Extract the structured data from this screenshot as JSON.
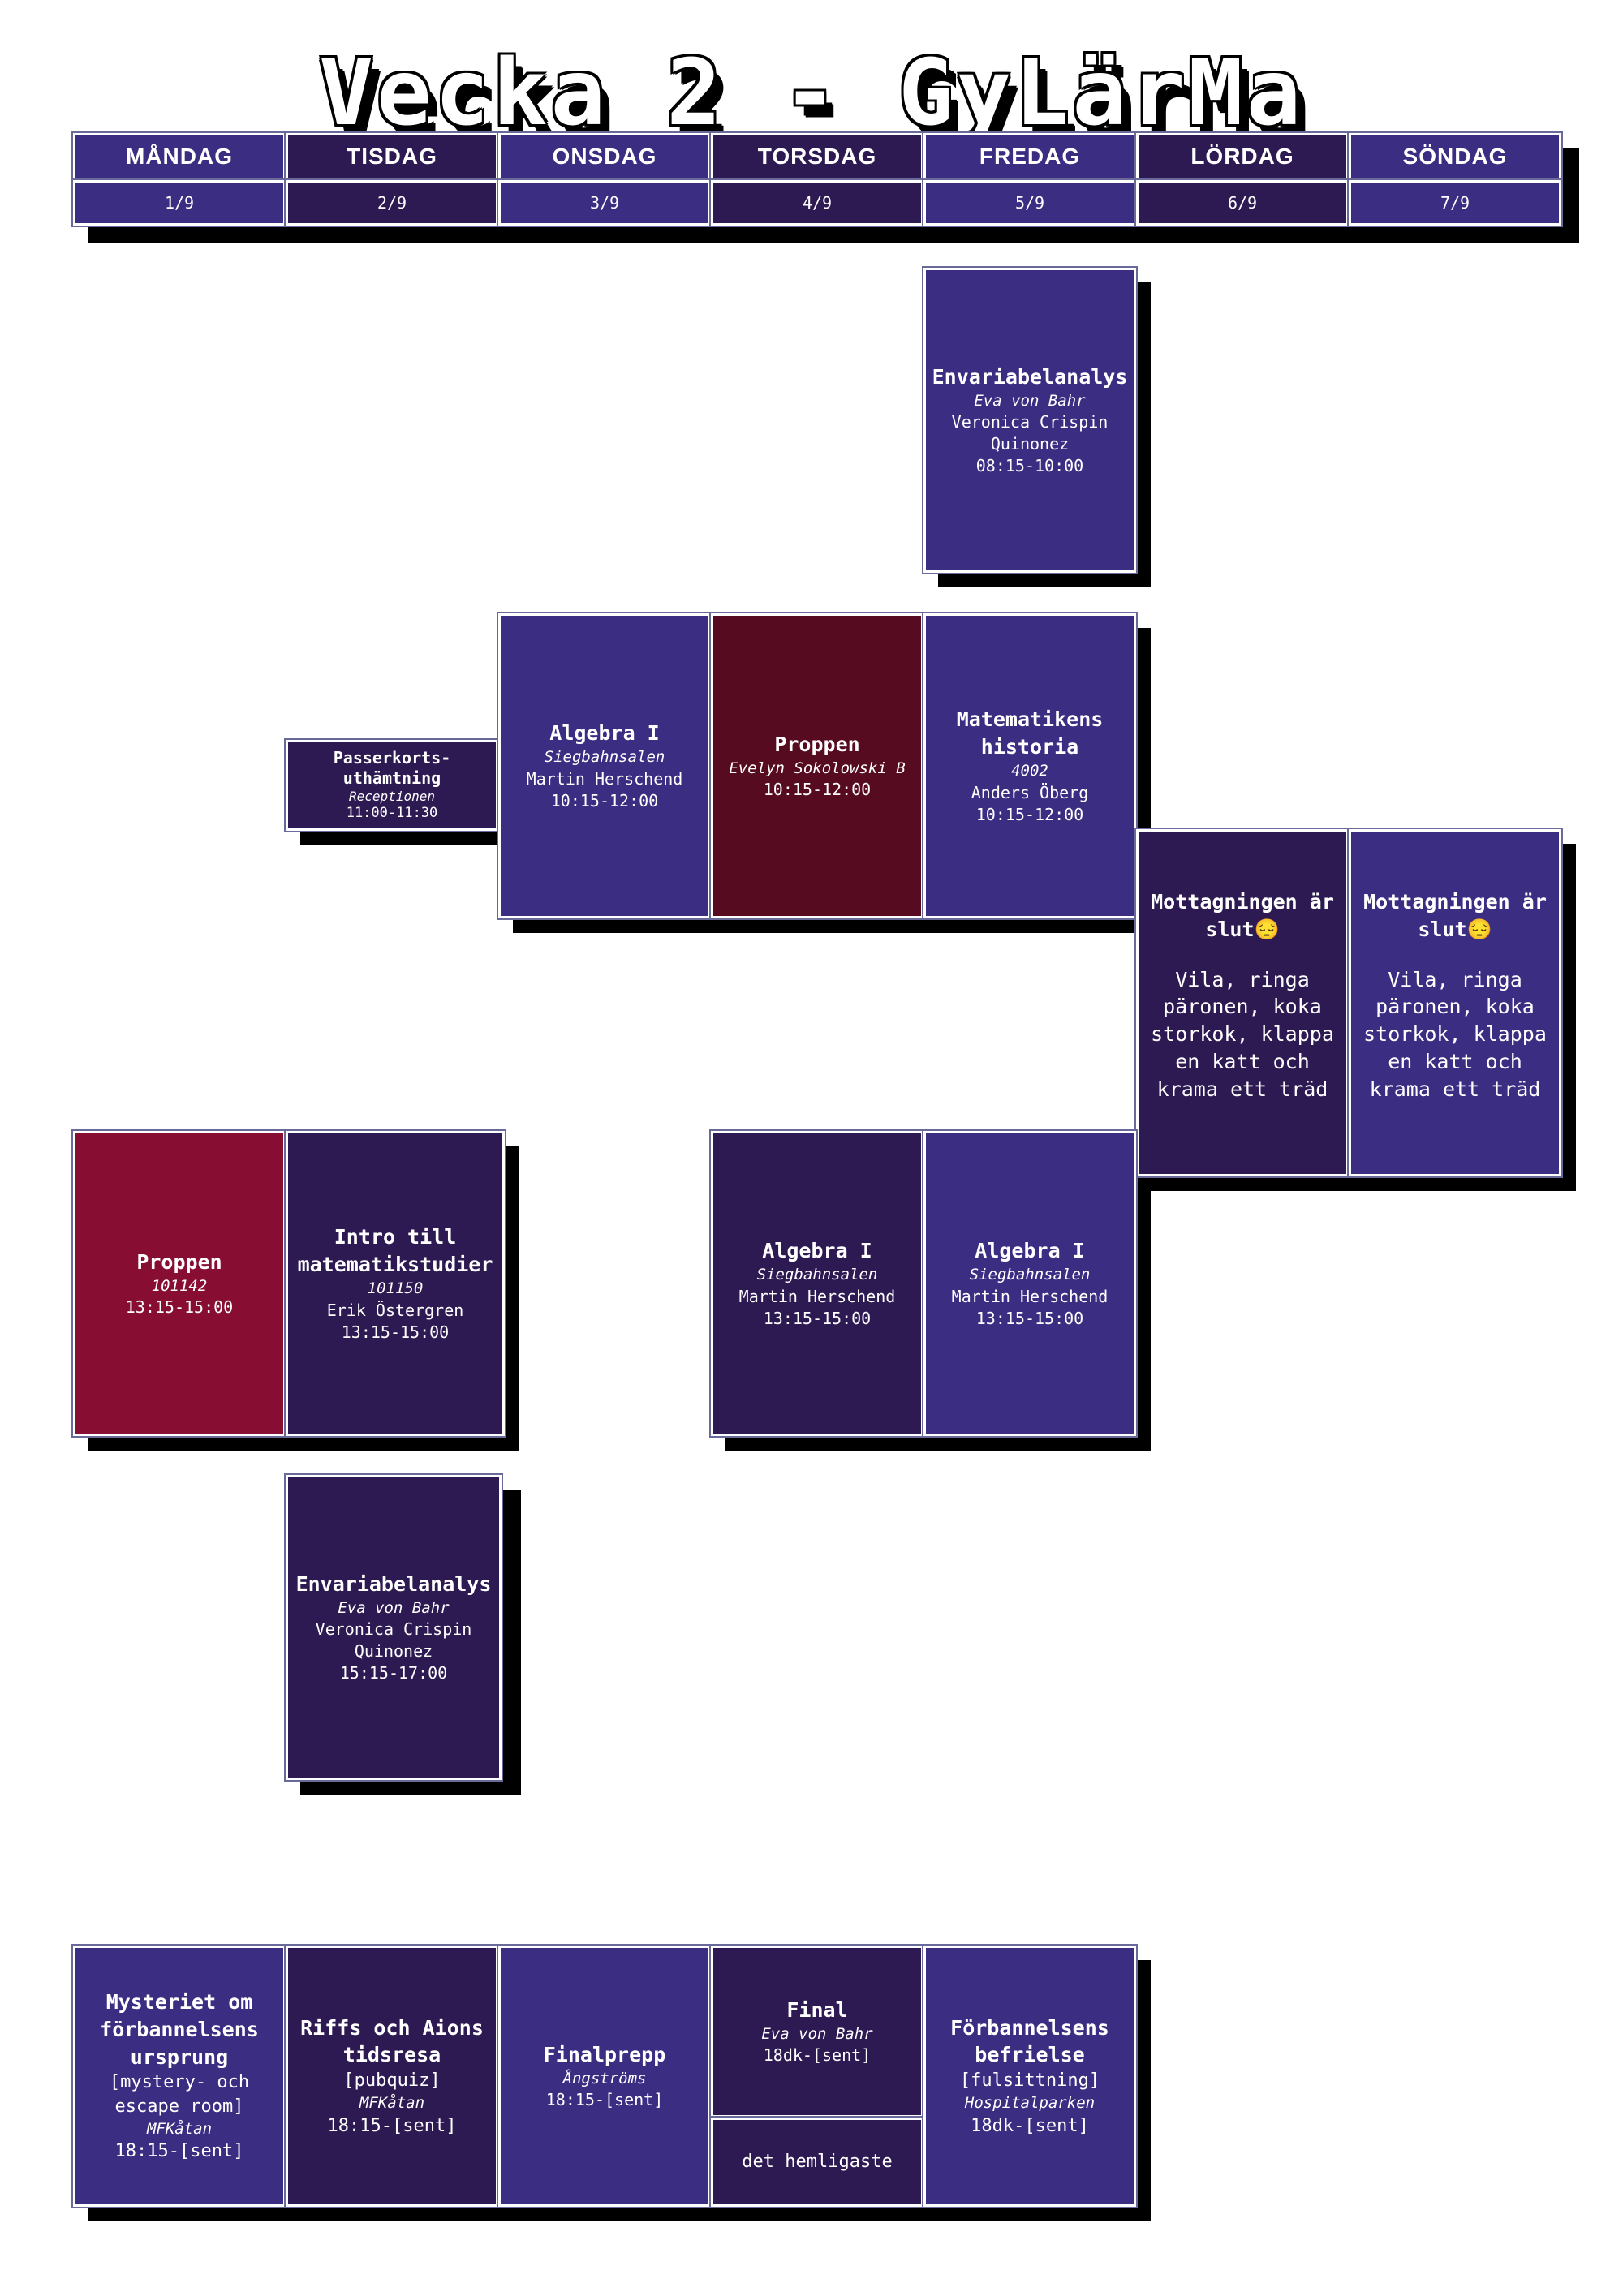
{
  "title": "Vecka 2 - GyLärMa",
  "days": [
    {
      "name": "MÅNDAG",
      "date": "1/9"
    },
    {
      "name": "TISDAG",
      "date": "2/9"
    },
    {
      "name": "ONSDAG",
      "date": "3/9"
    },
    {
      "name": "TORSDAG",
      "date": "4/9"
    },
    {
      "name": "FREDAG",
      "date": "5/9"
    },
    {
      "name": "LÖRDAG",
      "date": "6/9"
    },
    {
      "name": "SÖNDAG",
      "date": "7/9"
    }
  ],
  "events": {
    "fri_envariabel": {
      "title": "Envariabelanalys",
      "teacher": "Eva von Bahr",
      "teacher2": "Veronica Crispin Quinonez",
      "time": "08:15-10:00"
    },
    "tue_passerkort": {
      "title": "Passerkorts-uthämtning",
      "room": "Receptionen",
      "time": "11:00-11:30"
    },
    "wed_algebra": {
      "title": "Algebra I",
      "room": "Siegbahnsalen",
      "teacher": "Martin Herschend",
      "time": "10:15-12:00"
    },
    "thu_proppen": {
      "title": "Proppen",
      "teacher": "Evelyn Sokolowski B",
      "time": "10:15-12:00"
    },
    "fri_mathist": {
      "title": "Matematikens historia",
      "room": "4002",
      "teacher": "Anders Öberg",
      "time": "10:15-12:00"
    },
    "sat_mottagning": {
      "title": "Mottagningen är slut😔",
      "body": "Vila, ringa päronen, koka storkok, klappa en katt och krama ett träd"
    },
    "sun_mottagning": {
      "title": "Mottagningen är slut😔",
      "body": "Vila, ringa päronen, koka storkok, klappa en katt och krama ett träd"
    },
    "mon_proppen": {
      "title": "Proppen",
      "room": "101142",
      "time": "13:15-15:00"
    },
    "tue_intro": {
      "title": "Intro till matematikstudier",
      "room": "101150",
      "teacher": "Erik Östergren",
      "time": "13:15-15:00"
    },
    "thu_algebra": {
      "title": "Algebra I",
      "room": "Siegbahnsalen",
      "teacher": "Martin Herschend",
      "time": "13:15-15:00"
    },
    "fri_algebra": {
      "title": "Algebra I",
      "room": "Siegbahnsalen",
      "teacher": "Martin Herschend",
      "time": "13:15-15:00"
    },
    "tue_envariabel": {
      "title": "Envariabelanalys",
      "teacher": "Eva von Bahr",
      "teacher2": "Veronica Crispin Quinonez",
      "time": "15:15-17:00"
    },
    "mon_mysteriet": {
      "title": "Mysteriet om förbannelsens ursprung",
      "desc": "[mystery- och escape room]",
      "place": "MFKåtan",
      "time": "18:15-[sent]"
    },
    "tue_riffs": {
      "title": "Riffs och Aions tidsresa",
      "desc": "[pubquiz]",
      "place": "MFKåtan",
      "time": "18:15-[sent]"
    },
    "wed_finalprepp": {
      "title": "Finalprepp",
      "place": "Ångströms",
      "time": "18:15-[sent]"
    },
    "thu_final": {
      "title": "Final",
      "teacher": "Eva von Bahr",
      "time": "18dk-[sent]"
    },
    "thu_hemligaste": {
      "title": "det hemligaste"
    },
    "fri_forbannelsens": {
      "title": "Förbannelsens befrielse",
      "desc": "[fulsittning]",
      "place": "Hospitalparken",
      "time": "18dk-[sent]"
    }
  }
}
